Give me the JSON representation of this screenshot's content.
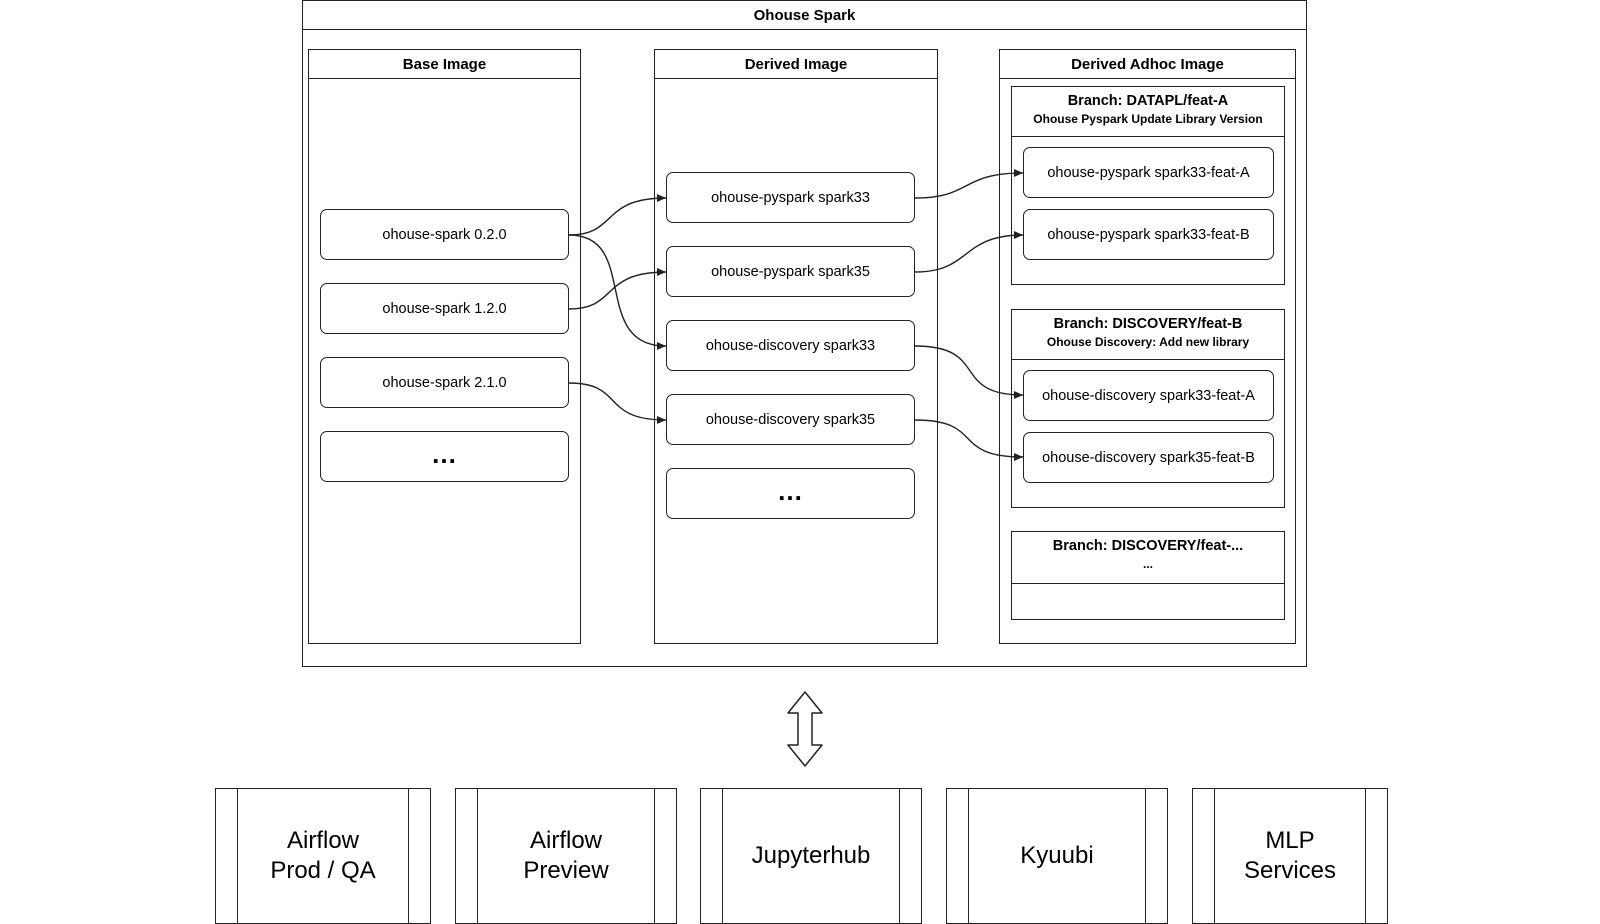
{
  "diagram": {
    "title": "Ohouse Spark",
    "columns": {
      "base": {
        "header": "Base Image",
        "items": [
          "ohouse-spark 0.2.0",
          "ohouse-spark 1.2.0",
          "ohouse-spark 2.1.0",
          "..."
        ]
      },
      "derived": {
        "header": "Derived Image",
        "items": [
          "ohouse-pyspark spark33",
          "ohouse-pyspark spark35",
          "ohouse-discovery spark33",
          "ohouse-discovery spark35",
          "..."
        ]
      },
      "adhoc": {
        "header": "Derived Adhoc Image",
        "branches": [
          {
            "title": "Branch: DATAPL/feat-A",
            "subtitle": "Ohouse Pyspark Update Library Version",
            "items": [
              "ohouse-pyspark spark33-feat-A",
              "ohouse-pyspark spark33-feat-B"
            ]
          },
          {
            "title": "Branch: DISCOVERY/feat-B",
            "subtitle": "Ohouse Discovery: Add new library",
            "items": [
              "ohouse-discovery spark33-feat-A",
              "ohouse-discovery spark35-feat-B"
            ]
          },
          {
            "title": "Branch: DISCOVERY/feat-...",
            "subtitle": "..."
          }
        ]
      }
    },
    "services": [
      "Airflow\nProd / QA",
      "Airflow\nPreview",
      "Jupyterhub",
      "Kyuubi",
      "MLP\nServices"
    ],
    "connections": [
      {
        "from": "ohouse-spark 0.2.0",
        "to": "ohouse-pyspark spark33"
      },
      {
        "from": "ohouse-spark 0.2.0",
        "to": "ohouse-discovery spark33"
      },
      {
        "from": "ohouse-spark 1.2.0",
        "to": "ohouse-pyspark spark35"
      },
      {
        "from": "ohouse-spark 2.1.0",
        "to": "ohouse-discovery spark35"
      },
      {
        "from": "ohouse-pyspark spark33",
        "to": "ohouse-pyspark spark33-feat-A"
      },
      {
        "from": "ohouse-pyspark spark35",
        "to": "ohouse-pyspark spark33-feat-B"
      },
      {
        "from": "ohouse-discovery spark33",
        "to": "ohouse-discovery spark33-feat-A"
      },
      {
        "from": "ohouse-discovery spark35",
        "to": "ohouse-discovery spark35-feat-B"
      }
    ]
  }
}
